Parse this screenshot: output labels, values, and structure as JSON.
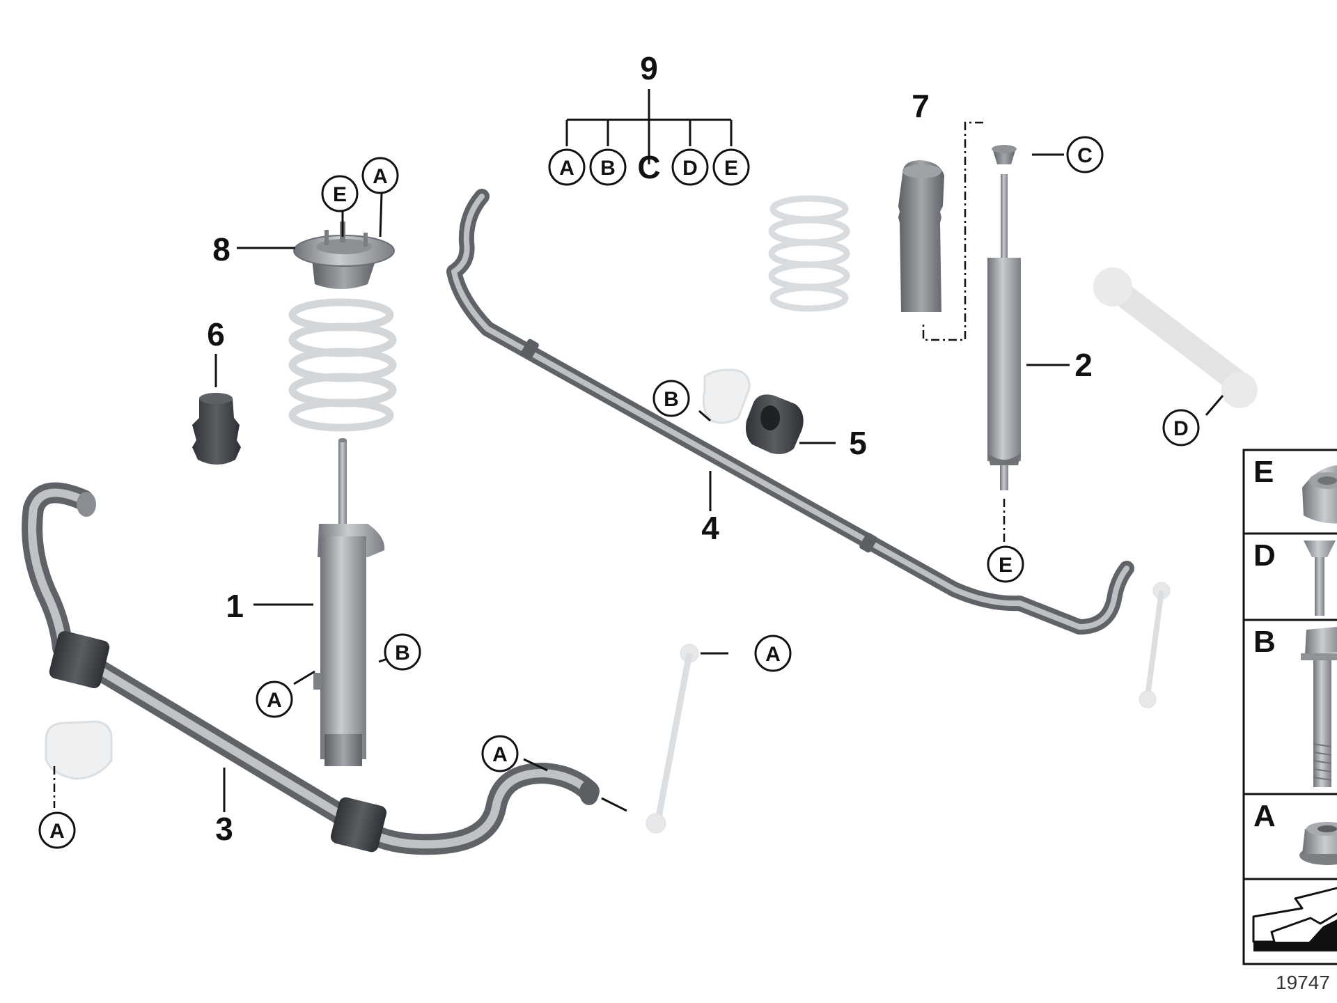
{
  "diagram": {
    "callouts": [
      "1",
      "2",
      "3",
      "4",
      "5",
      "6",
      "7",
      "8",
      "9"
    ],
    "kit_label": "9",
    "kit_letters": [
      "A",
      "B",
      "C",
      "D",
      "E"
    ],
    "letter_A": "A",
    "letter_B": "B",
    "letter_C": "C",
    "letter_D": "D",
    "letter_E": "E",
    "hardware_panel": [
      "E",
      "D",
      "B",
      "A"
    ],
    "diagram_code": "19747"
  }
}
